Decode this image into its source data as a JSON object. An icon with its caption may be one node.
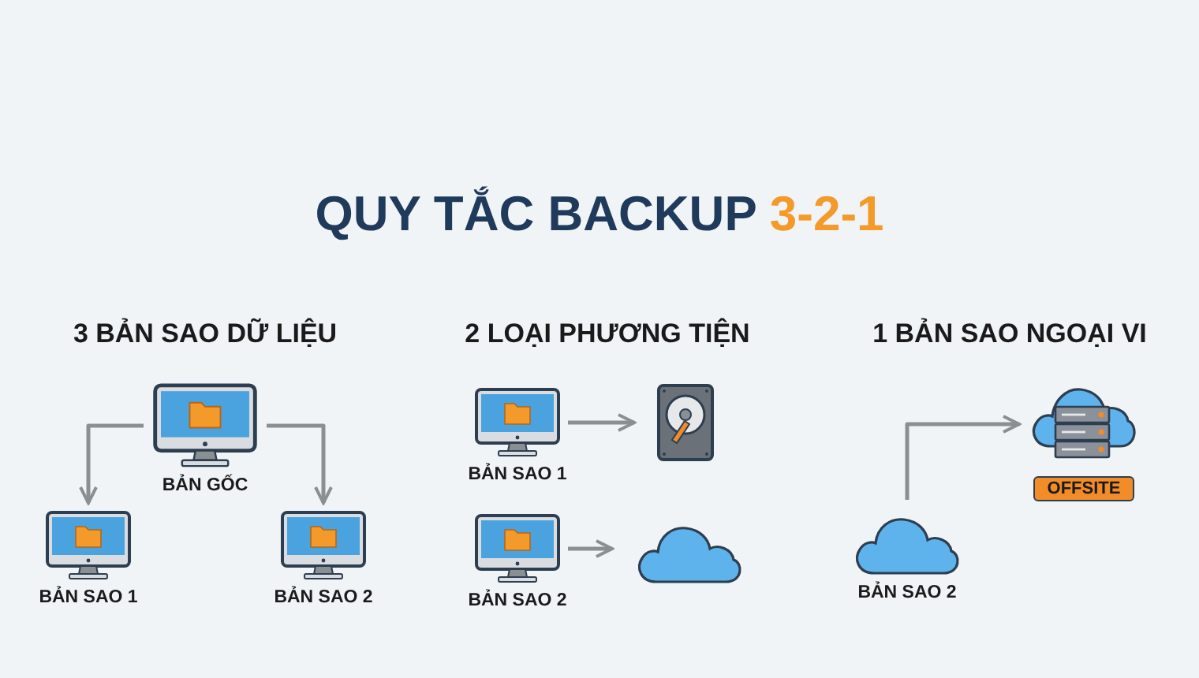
{
  "diagram": {
    "title": "QUY TẮC BACKUP 3-2-1",
    "nodes": [
      {
        "text": [
          "BẢN GỐC"
        ]
      },
      {
        "text": [
          "BẢN SAO 1"
        ]
      },
      {
        "text": [
          "BẢN SAO 2"
        ]
      },
      {
        "text": [
          "BẢN SAO 1"
        ]
      },
      {
        "text": [],
        "shape": "picture"
      },
      {
        "text": [
          "BẢN SAO 2"
        ]
      },
      {
        "text": [],
        "shape": "cloud"
      },
      {
        "text": [
          "BẢN SAO 2"
        ]
      },
      {
        "text": [
          "OFFSITE"
        ]
      }
    ],
    "edges": [
      {
        "from": 0,
        "to": 1,
        "arrow": "to"
      },
      {
        "from": 0,
        "to": 2,
        "arrow": "to"
      },
      {
        "from": 3,
        "to": 4,
        "arrow": "to"
      },
      {
        "from": 5,
        "to": 6,
        "arrow": "to"
      },
      {
        "from": 7,
        "to": 8,
        "arrow": "to"
      }
    ],
    "labels": [
      "3 BẢN SAO DỮ LIỆU",
      "2 LOẠI PHƯƠNG TIỆN",
      "1 BẢN SAO NGOẠI VI"
    ]
  }
}
